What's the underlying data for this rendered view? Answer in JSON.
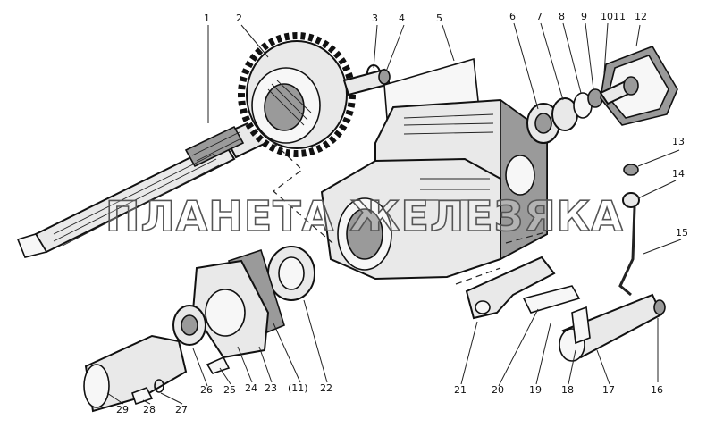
{
  "watermark": "ПЛАНЕТА ЖЕЛЕЗЯКА",
  "labels": {
    "l1": "1",
    "l2": "2",
    "l3": "3",
    "l4": "4",
    "l5": "5",
    "l6": "6",
    "l7": "7",
    "l8": "8",
    "l9": "9",
    "l10": "10",
    "l11": "11",
    "l12": "12",
    "l13": "13",
    "l14": "14",
    "l15": "15",
    "l16": "16",
    "l17": "17",
    "l18": "18",
    "l19": "19",
    "l20": "20",
    "l21": "21",
    "l22": "22",
    "l23": "(11)",
    "l24": "23",
    "l25": "24",
    "l26": "25",
    "l27": "26",
    "l28": "27",
    "l29": "28",
    "l30": "29"
  }
}
